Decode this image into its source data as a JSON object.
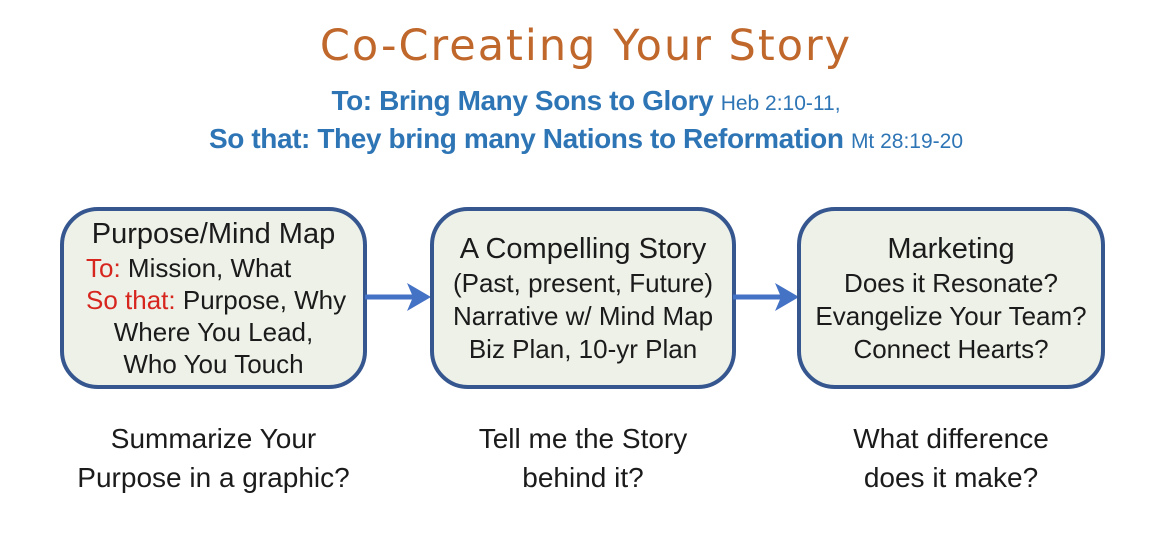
{
  "slide": {
    "title": "Co-Creating Your Story",
    "subtitle_line1": {
      "main": "To: Bring Many Sons to Glory",
      "ref": "Heb 2:10-11,"
    },
    "subtitle_line2": {
      "main": "So that: They bring many Nations to Reformation",
      "ref": "Mt 28:19-20"
    }
  },
  "boxes": [
    {
      "title": "Purpose/Mind Map",
      "line1_prefix": "To:",
      "line1_text": " Mission, What",
      "line2_prefix": "So that:",
      "line2_text": " Purpose, Why",
      "line3": "Where You Lead,",
      "line4": "Who You Touch",
      "question1": "Summarize Your",
      "question2": "Purpose in a graphic?"
    },
    {
      "title": "A Compelling Story",
      "line1": "(Past, present, Future)",
      "line2": "Narrative w/ Mind Map",
      "line3": "Biz Plan, 10-yr Plan",
      "question1": "Tell me the Story",
      "question2": "behind it?"
    },
    {
      "title": "Marketing",
      "line1": "Does it Resonate?",
      "line2": "Evangelize Your Team?",
      "line3": "Connect Hearts?",
      "question1": "What difference",
      "question2": "does it make?"
    }
  ],
  "icons": {
    "flow_arrow": "right-arrow"
  },
  "colors": {
    "title_orange": "#C0672B",
    "subtitle_blue": "#2E75B6",
    "box_border": "#35568F",
    "box_fill": "#EDF1E8",
    "arrow_blue": "#4472C4",
    "accent_red": "#D7261E",
    "text_black": "#1B1B1B"
  }
}
